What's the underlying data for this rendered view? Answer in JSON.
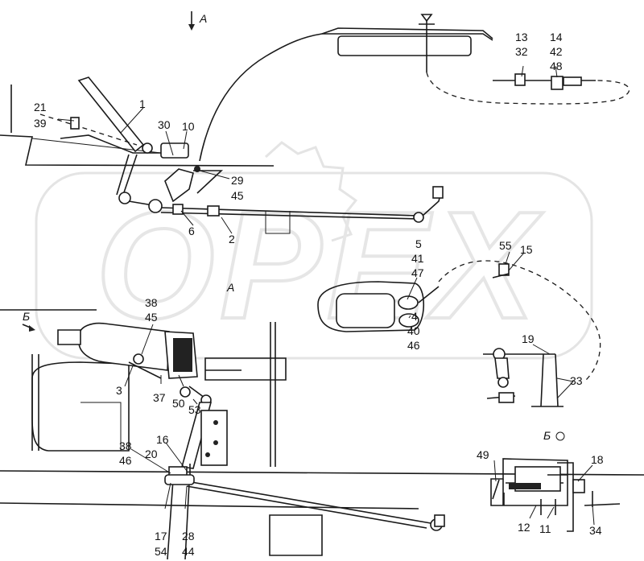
{
  "watermark": {
    "text": "OPEX",
    "color": "#e6e6e6"
  },
  "view_labels": {
    "arrow_a": "A",
    "section_a": "A",
    "arrow_b": "Б",
    "section_b": "Б"
  },
  "callouts": [
    {
      "id": "c1",
      "text": "1"
    },
    {
      "id": "c21",
      "text": "21"
    },
    {
      "id": "c39",
      "text": "39"
    },
    {
      "id": "c30",
      "text": "30"
    },
    {
      "id": "c10",
      "text": "10"
    },
    {
      "id": "c29",
      "text": "29"
    },
    {
      "id": "c45a",
      "text": "45"
    },
    {
      "id": "c6",
      "text": "6"
    },
    {
      "id": "c2",
      "text": "2"
    },
    {
      "id": "c13",
      "text": "13"
    },
    {
      "id": "c32",
      "text": "32"
    },
    {
      "id": "c14",
      "text": "14"
    },
    {
      "id": "c42",
      "text": "42"
    },
    {
      "id": "c48",
      "text": "48"
    },
    {
      "id": "c5",
      "text": "5"
    },
    {
      "id": "c41",
      "text": "41"
    },
    {
      "id": "c47",
      "text": "47"
    },
    {
      "id": "c4",
      "text": "4"
    },
    {
      "id": "c40",
      "text": "40"
    },
    {
      "id": "c46a",
      "text": "46"
    },
    {
      "id": "c55",
      "text": "55"
    },
    {
      "id": "c15",
      "text": "15"
    },
    {
      "id": "c19",
      "text": "19"
    },
    {
      "id": "c33",
      "text": "33"
    },
    {
      "id": "c38a",
      "text": "38"
    },
    {
      "id": "c45b",
      "text": "45"
    },
    {
      "id": "c3",
      "text": "3"
    },
    {
      "id": "c37",
      "text": "37"
    },
    {
      "id": "c50",
      "text": "50"
    },
    {
      "id": "c53",
      "text": "53"
    },
    {
      "id": "c16",
      "text": "16"
    },
    {
      "id": "c38b",
      "text": "38"
    },
    {
      "id": "c20",
      "text": "20"
    },
    {
      "id": "c46b",
      "text": "46"
    },
    {
      "id": "c17",
      "text": "17"
    },
    {
      "id": "c54",
      "text": "54"
    },
    {
      "id": "c28",
      "text": "28"
    },
    {
      "id": "c44",
      "text": "44"
    },
    {
      "id": "c49",
      "text": "49"
    },
    {
      "id": "c18",
      "text": "18"
    },
    {
      "id": "c12",
      "text": "12"
    },
    {
      "id": "c11",
      "text": "11"
    },
    {
      "id": "c34",
      "text": "34"
    }
  ]
}
